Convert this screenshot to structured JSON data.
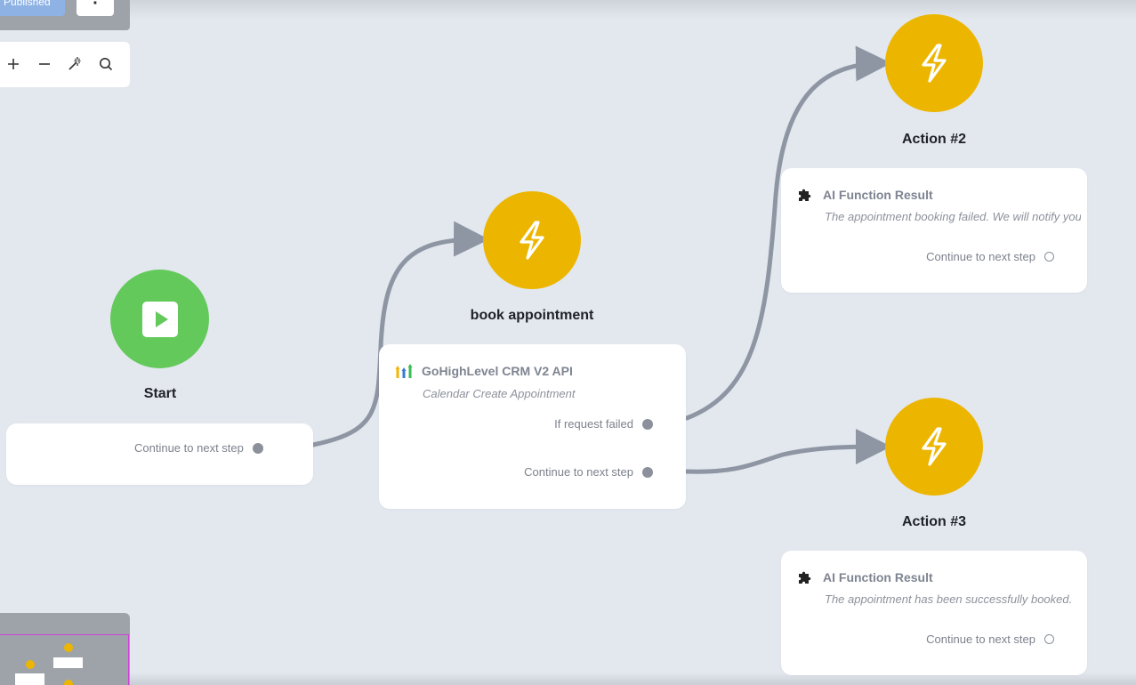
{
  "toolbar": {
    "published_label": "Published",
    "more_label": "⋮"
  },
  "zoom": {
    "zoom_in": "+",
    "zoom_out": "—"
  },
  "nodes": {
    "start": {
      "title": "Start",
      "continue_label": "Continue to next step"
    },
    "book_appointment": {
      "title": "book appointment",
      "app_name": "GoHighLevel CRM V2 API",
      "action_name": "Calendar Create Appointment",
      "failed_label": "If request failed",
      "continue_label": "Continue to next step"
    },
    "action2": {
      "title": "Action #2",
      "card_title": "AI Function Result",
      "message": "The appointment booking failed. We will notify you shortly.",
      "continue_label": "Continue to next step"
    },
    "action3": {
      "title": "Action #3",
      "card_title": "AI Function Result",
      "message": "The appointment has been successfully booked.",
      "continue_label": "Continue to next step"
    }
  },
  "colors": {
    "canvas": "#e3e7ee",
    "start": "#62c95a",
    "action": "#ecb600",
    "edge": "#8e95a3",
    "accent_pink": "#d23fd6"
  }
}
